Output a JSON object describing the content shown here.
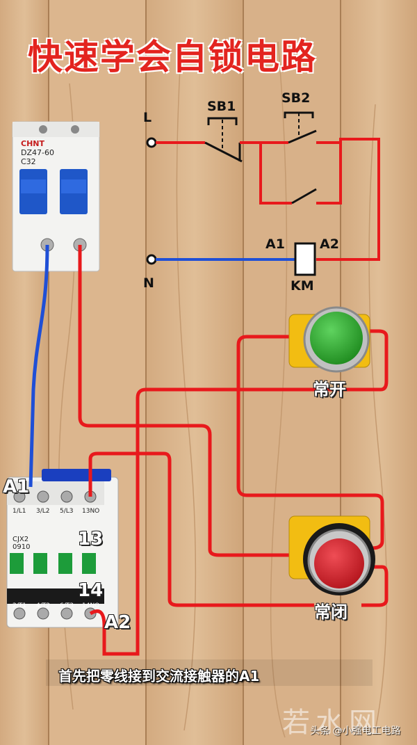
{
  "title": "快速学会自锁电路",
  "schematic": {
    "terminal_L": "L",
    "terminal_N": "N",
    "switch_1": "SB1",
    "switch_2": "SB2",
    "coil_a1": "A1",
    "coil_a2": "A2",
    "coil_name": "KM"
  },
  "breaker": {
    "brand": "CHNT",
    "model": "DZ47-60",
    "rating": "C32"
  },
  "contactor": {
    "model": "CJX2\n0910",
    "terminal_a1": "A1",
    "terminal_a2": "A2",
    "terminal_13": "13",
    "terminal_14": "14",
    "top_labels": [
      "1/L1",
      "3/L2",
      "5/L3",
      "13NO"
    ],
    "bottom_labels": [
      "2/T1",
      "4/T2",
      "6/T3",
      "14NO"
    ]
  },
  "buttons": {
    "green_label": "常开",
    "red_label": "常闭"
  },
  "caption": "首先把零线接到交流接触器的A1",
  "watermark": "若水网",
  "credit": "头条 @小强电工电路",
  "colors": {
    "wire_red": "#e8191c",
    "wire_blue": "#1f4fd6",
    "wood": "#d9b48c",
    "button_green": "#2eaa2e",
    "button_red": "#d8202a"
  }
}
